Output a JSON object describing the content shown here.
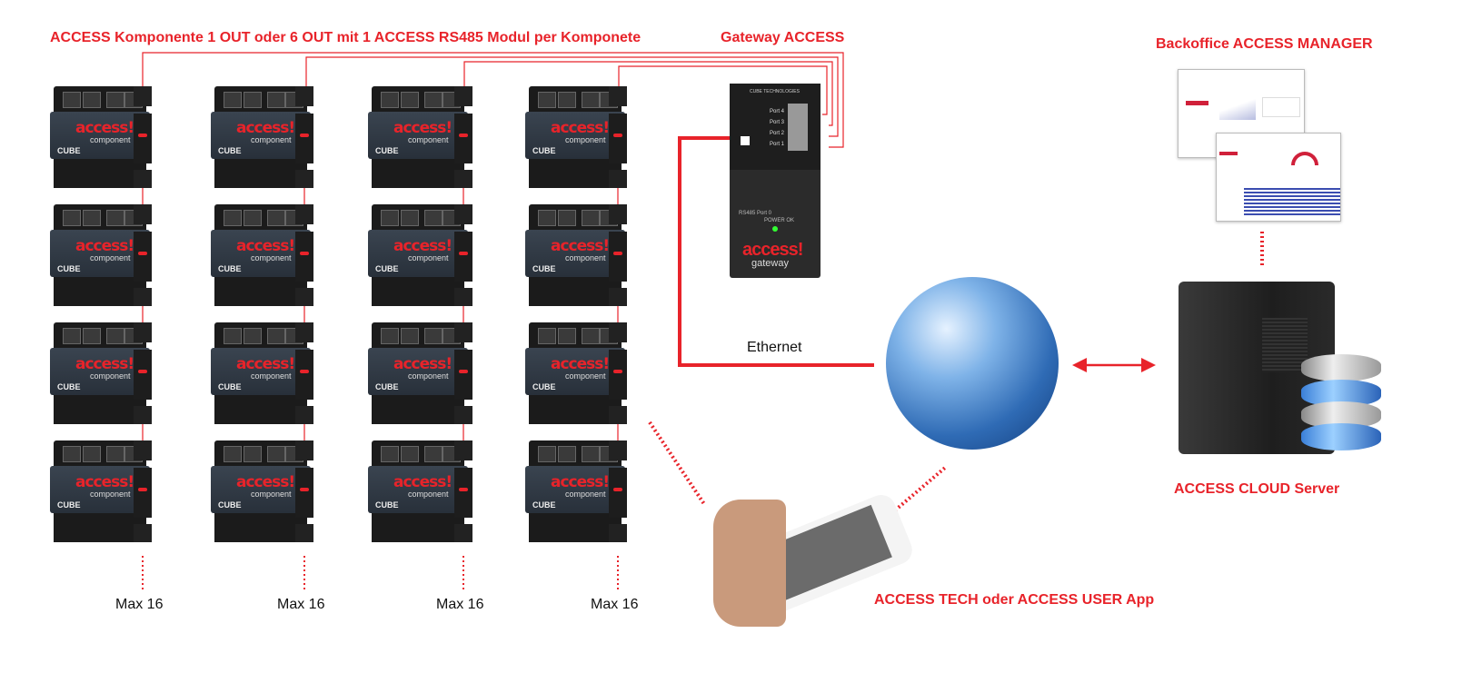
{
  "labels": {
    "components": "ACCESS Komponente 1 OUT oder 6 OUT mit 1 ACCESS RS485 Modul per Komponete",
    "gateway": "Gateway ACCESS",
    "backoffice": "Backoffice ACCESS MANAGER",
    "ethernet": "Ethernet",
    "cloud": "ACCESS CLOUD Server",
    "app": "ACCESS TECH oder ACCESS USER App"
  },
  "columns": [
    {
      "max_label": "Max 16"
    },
    {
      "max_label": "Max 16"
    },
    {
      "max_label": "Max 16"
    },
    {
      "max_label": "Max 16"
    }
  ],
  "rows_per_column": 4,
  "module": {
    "logo": "access!",
    "sub": "component",
    "brand": "CUBE"
  },
  "gateway_device": {
    "brand": "CUBE TECHNOLOGIES",
    "ports": [
      "Port 4",
      "Port 3",
      "Port 2",
      "Port 1"
    ],
    "rs485": "RS485 Port 0",
    "power": "POWER OK",
    "logo": "access!",
    "sub": "gateway"
  },
  "colors": {
    "accent": "#e8232a",
    "wire": "#e8232a"
  }
}
